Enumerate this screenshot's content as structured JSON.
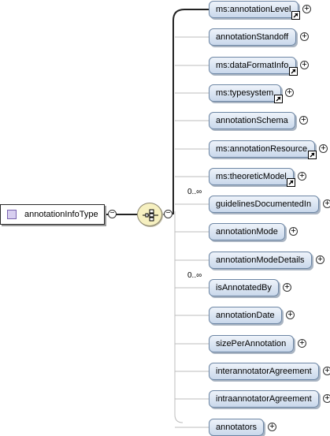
{
  "type_node": {
    "label": "annotationInfoType"
  },
  "elements": [
    {
      "label": "ms:annotationLevel",
      "ref": true,
      "cardinality": ""
    },
    {
      "label": "annotationStandoff",
      "ref": false,
      "cardinality": ""
    },
    {
      "label": "ms:dataFormatInfo",
      "ref": true,
      "cardinality": ""
    },
    {
      "label": "ms:typesystem",
      "ref": true,
      "cardinality": ""
    },
    {
      "label": "annotationSchema",
      "ref": false,
      "cardinality": ""
    },
    {
      "label": "ms:annotationResource",
      "ref": true,
      "cardinality": ""
    },
    {
      "label": "ms:theoreticModel",
      "ref": true,
      "cardinality": ""
    },
    {
      "label": "guidelinesDocumentedIn",
      "ref": false,
      "cardinality": "0..∞"
    },
    {
      "label": "annotationMode",
      "ref": false,
      "cardinality": ""
    },
    {
      "label": "annotationModeDetails",
      "ref": false,
      "cardinality": ""
    },
    {
      "label": "isAnnotatedBy",
      "ref": false,
      "cardinality": "0..∞"
    },
    {
      "label": "annotationDate",
      "ref": false,
      "cardinality": ""
    },
    {
      "label": "sizePerAnnotation",
      "ref": false,
      "cardinality": ""
    },
    {
      "label": "interannotatorAgreement",
      "ref": false,
      "cardinality": ""
    },
    {
      "label": "intraannotatorAgreement",
      "ref": false,
      "cardinality": ""
    },
    {
      "label": "annotators",
      "ref": false,
      "cardinality": ""
    }
  ]
}
